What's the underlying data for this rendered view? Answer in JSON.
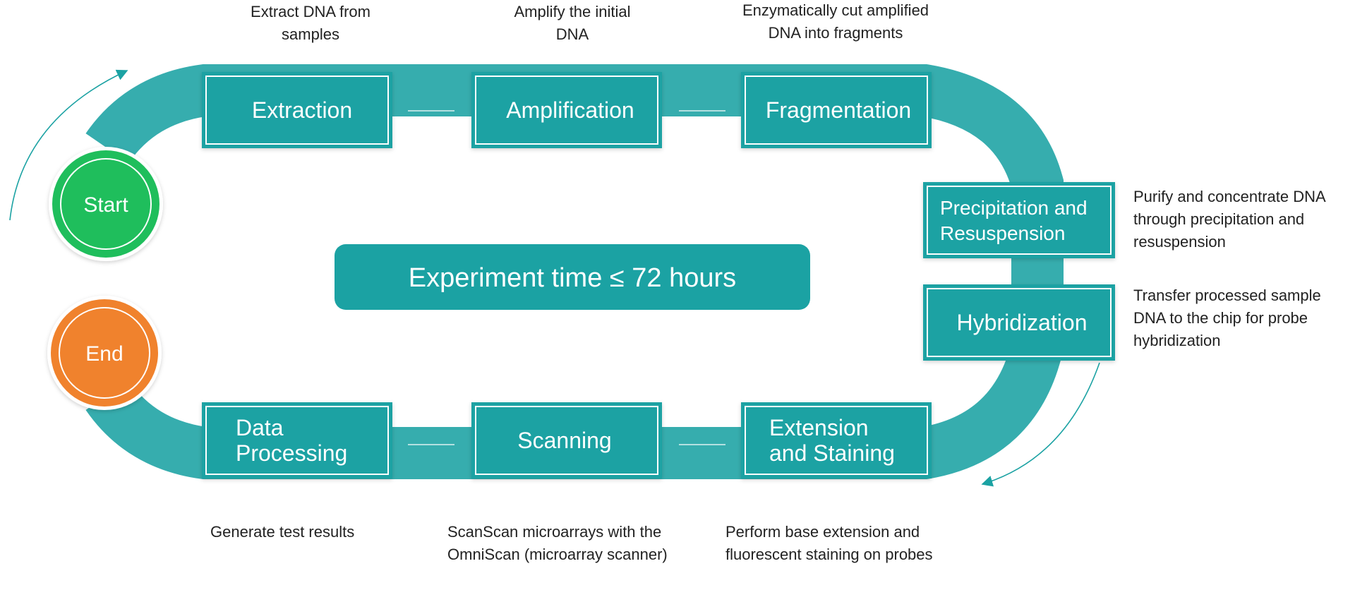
{
  "colors": {
    "teal": "#1ba2a3",
    "teal_track": "#36adae",
    "start_green": "#1fbe5c",
    "end_orange": "#f0822d",
    "text_dark": "#222222"
  },
  "center_label": "Experiment time ≤ 72 hours",
  "start": {
    "label": "Start"
  },
  "end": {
    "label": "End"
  },
  "steps": [
    {
      "title_lines": [
        "Extraction"
      ],
      "description_lines": [
        "Extract DNA from",
        "samples"
      ]
    },
    {
      "title_lines": [
        "Amplification"
      ],
      "description_lines": [
        "Amplify the initial",
        "DNA"
      ]
    },
    {
      "title_lines": [
        "Fragmentation"
      ],
      "description_lines": [
        "Enzymatically cut amplified",
        "DNA into fragments"
      ]
    },
    {
      "title_lines": [
        "Precipitation and",
        "Resuspension"
      ],
      "description_lines": [
        "Purify and concentrate DNA",
        "through precipitation and",
        "resuspension"
      ]
    },
    {
      "title_lines": [
        "Hybridization"
      ],
      "description_lines": [
        "Transfer processed sample",
        "DNA to the chip for probe",
        "hybridization"
      ]
    },
    {
      "title_lines": [
        "Extension",
        "and Staining"
      ],
      "description_lines": [
        "Perform base extension and",
        "fluorescent staining on probes"
      ]
    },
    {
      "title_lines": [
        "Scanning"
      ],
      "description_lines": [
        "ScanScan microarrays with the",
        "OmniScan (microarray scanner)"
      ]
    },
    {
      "title_lines": [
        "Data",
        "Processing"
      ],
      "description_lines": [
        "Generate test results"
      ]
    }
  ]
}
